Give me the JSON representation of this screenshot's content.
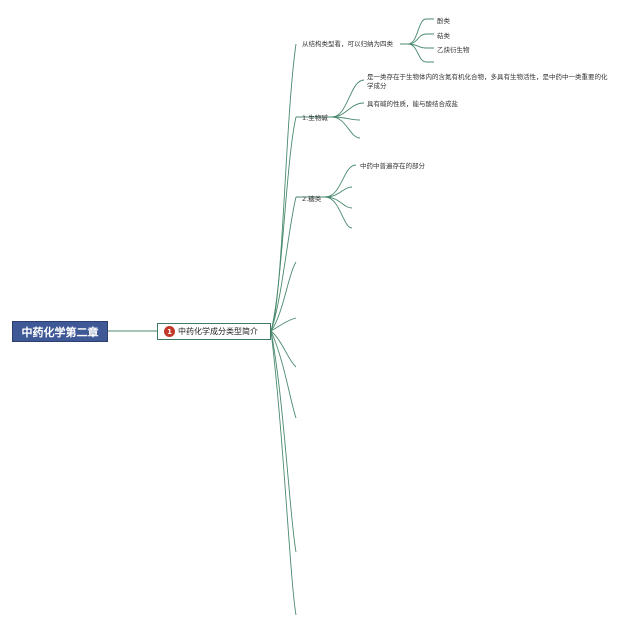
{
  "root": {
    "label": "中药化学第二章"
  },
  "main_topic": {
    "number": "1",
    "label": "中药化学成分类型简介"
  },
  "branches": {
    "structure": {
      "label": "从结构类型看，可以归纳为四类",
      "children": [
        "酚类",
        "萜类",
        "乙炔衍生物"
      ]
    },
    "alkaloid": {
      "label": "1.生物碱",
      "children": [
        "是一类存在于生物体内的含氮有机化合物，多具有生物活性，是中药中一类重要的化学成分",
        "具有碱的性质，能与酸结合成盐"
      ]
    },
    "sugar": {
      "label": "2.糖类",
      "children": [
        "中药中普遍存在的部分"
      ]
    }
  },
  "colors": {
    "root_fill": "#3f5896",
    "line": "#3f7a62",
    "badge": "#c0392b"
  }
}
